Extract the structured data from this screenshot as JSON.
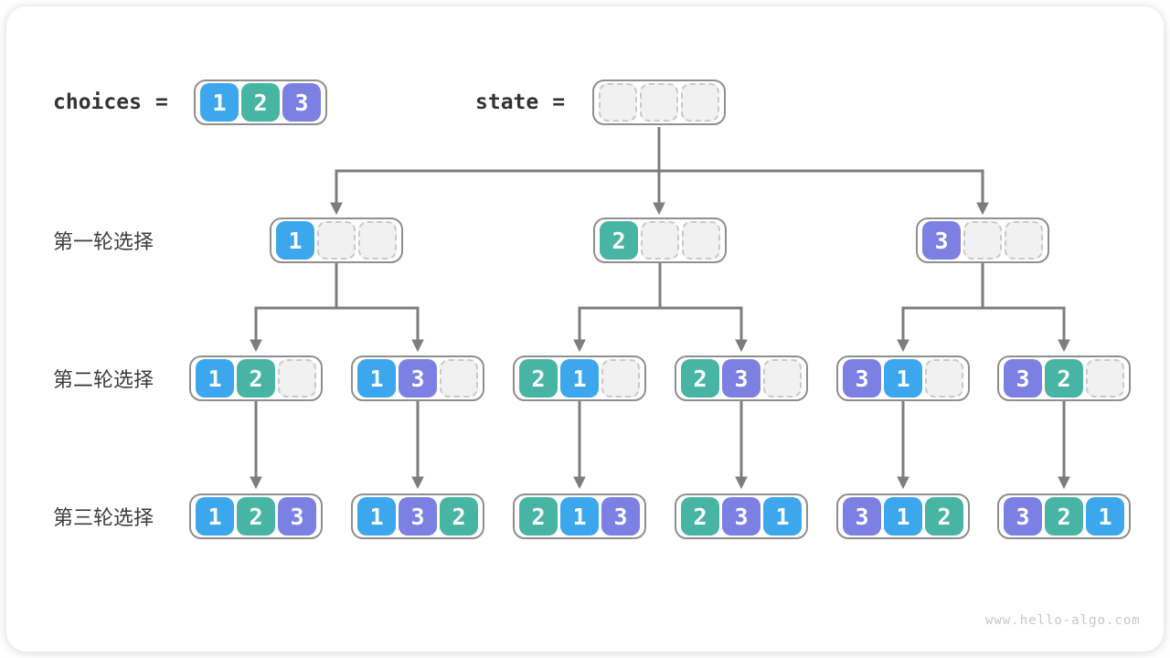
{
  "colors": {
    "v1": "#3CA7EC",
    "v2": "#48B5A4",
    "v3": "#7B80E2"
  },
  "header": {
    "choices_label": "choices",
    "equals_sign": "=",
    "choices": [
      1,
      2,
      3
    ],
    "state_label": "state",
    "state": [
      null,
      null,
      null
    ]
  },
  "rows": [
    {
      "label": "第一轮选择",
      "nodes": [
        [
          1,
          null,
          null
        ],
        [
          2,
          null,
          null
        ],
        [
          3,
          null,
          null
        ]
      ]
    },
    {
      "label": "第二轮选择",
      "nodes": [
        [
          1,
          2,
          null
        ],
        [
          1,
          3,
          null
        ],
        [
          2,
          1,
          null
        ],
        [
          2,
          3,
          null
        ],
        [
          3,
          1,
          null
        ],
        [
          3,
          2,
          null
        ]
      ]
    },
    {
      "label": "第三轮选择",
      "nodes": [
        [
          1,
          2,
          3
        ],
        [
          1,
          3,
          2
        ],
        [
          2,
          1,
          3
        ],
        [
          2,
          3,
          1
        ],
        [
          3,
          1,
          2
        ],
        [
          3,
          2,
          1
        ]
      ]
    }
  ],
  "watermark": "www.hello-algo.com"
}
